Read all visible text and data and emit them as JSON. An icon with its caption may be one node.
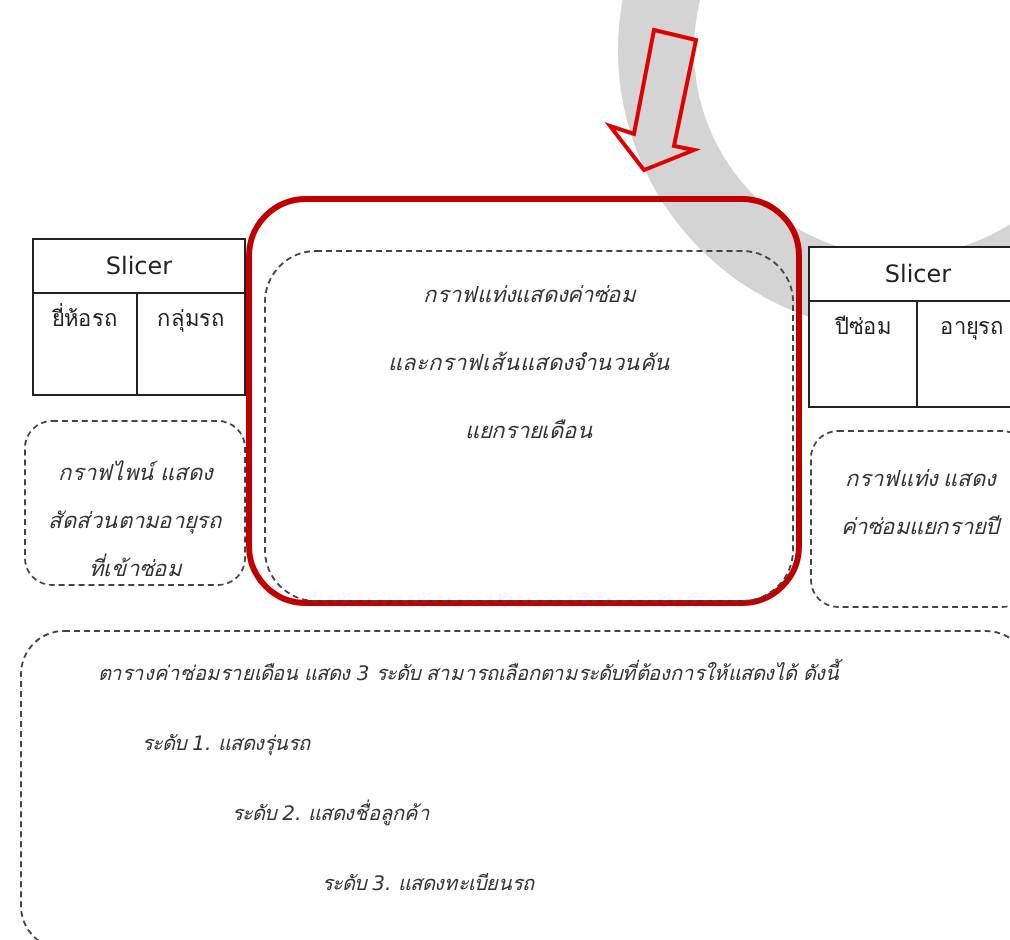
{
  "diagram": {
    "nodes": [
      {
        "text": [
          "Slicer",
          "ยี่ห้อรถ",
          "กลุ่มรถ"
        ]
      },
      {
        "text": [],
        "shape": "box"
      },
      {
        "text": [
          "กราฟแท่งแสดงค่าซ่อม",
          "และกราฟเส้นแสดงจำนวนคัน",
          "แยกรายเดือน"
        ],
        "in": 1
      },
      {
        "text": [
          "Slicer",
          "ปีซ่อม",
          "อายุรถ"
        ]
      },
      {
        "text": [
          "กราฟไพน์ แสดงสัดส่วนตามอายุรถที่เข้าซ่อม"
        ]
      },
      {
        "text": [
          "กราฟแท่ง แสดงค่าซ่อมแยกรายปี"
        ]
      },
      {
        "text": [
          "ตารางค่าซ่อมรายเดือน แสดง 3 ระดับ สามารถเลือกตามระดับที่ต้องการให้แสดงได้ ดังนี้",
          "ระดับ 1. แสดงรุ่นรถ",
          "ระดับ 2. แสดงชื่อลูกค้า",
          "ระดับ 3. แสดงทะเบียนรถ"
        ]
      }
    ],
    "edges": [
      {
        "from": null,
        "to": 1,
        "arrow": "to",
        "color": "#e00000"
      }
    ]
  }
}
